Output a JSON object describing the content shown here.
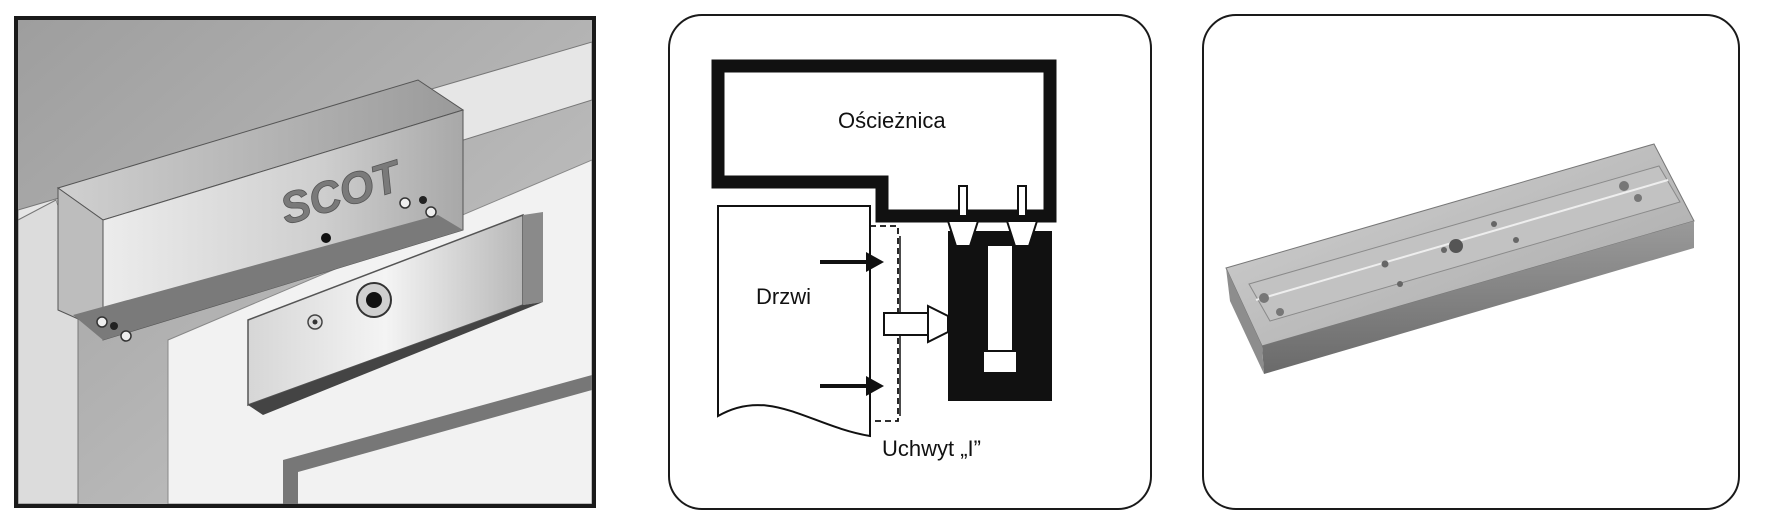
{
  "panels": {
    "photo": {
      "brand": "SCOT"
    },
    "diagram": {
      "labels": {
        "frame": "Ościeżnica",
        "door": "Drzwi",
        "bracket": "Uchwyt „I”"
      }
    },
    "bracket": {}
  },
  "colors": {
    "outline": "#1a1a1a",
    "metal_light": "#d9d9d9",
    "metal_mid": "#b5b5b5",
    "metal_dark": "#6e6e6e"
  }
}
